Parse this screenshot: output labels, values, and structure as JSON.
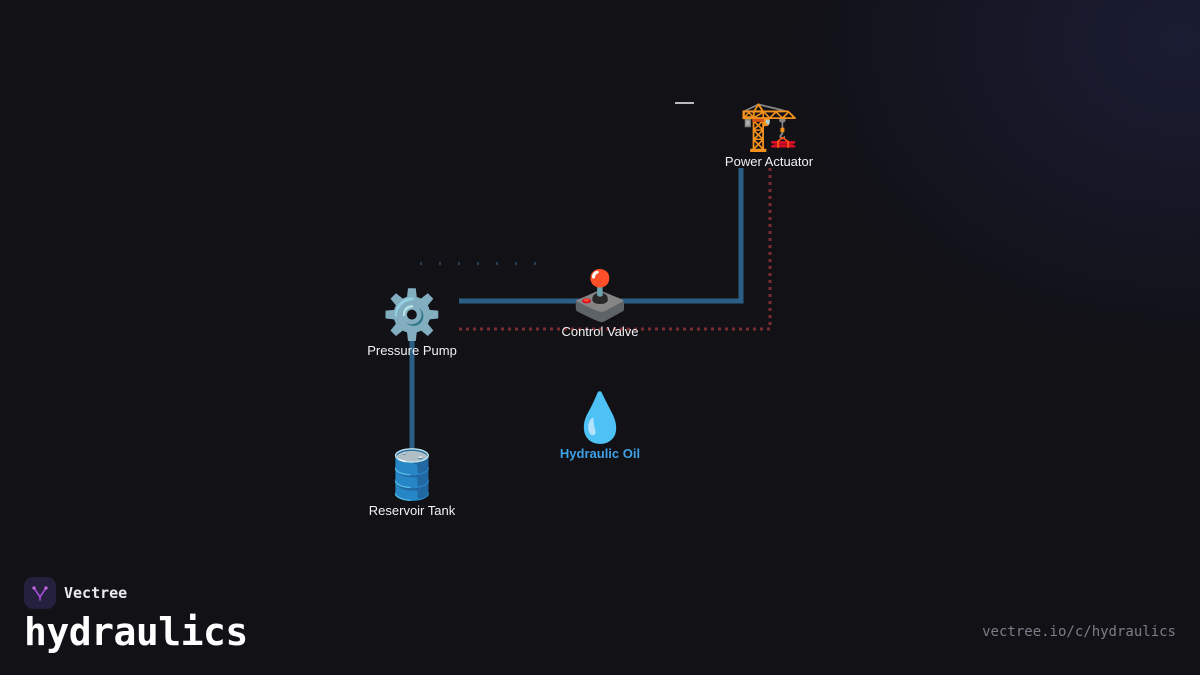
{
  "brand": {
    "name": "Vectree",
    "logo_icon": "vectree-logo-icon"
  },
  "page": {
    "title": "hydraulics",
    "url": "vectree.io/c/hydraulics"
  },
  "colors": {
    "background": "#111116",
    "pipe": "#2a5e86",
    "dotted_line": "#7a2c30",
    "accent_label": "#3fa0e6",
    "dash_mark": "#bbbbbb"
  },
  "nodes": {
    "reservoir": {
      "label": "Reservoir Tank",
      "icon": "oil-drum-icon",
      "glyph": "🛢️"
    },
    "pump": {
      "label": "Pressure Pump",
      "icon": "gear-icon",
      "glyph": "⚙️"
    },
    "valve": {
      "label": "Control Valve",
      "icon": "joystick-icon",
      "glyph": "🕹️"
    },
    "actuator": {
      "label": "Power Actuator",
      "icon": "construction-crane-icon",
      "glyph": "🏗️"
    },
    "oil": {
      "label": "Hydraulic Oil",
      "icon": "droplet-icon",
      "glyph": "💧"
    }
  },
  "connections": [
    {
      "from": "reservoir",
      "to": "pump",
      "style": "solid"
    },
    {
      "from": "pump",
      "to": "valve",
      "style": "solid"
    },
    {
      "from": "valve",
      "to": "actuator",
      "style": "solid"
    },
    {
      "from": "pump",
      "to": "actuator",
      "style": "dotted"
    }
  ]
}
